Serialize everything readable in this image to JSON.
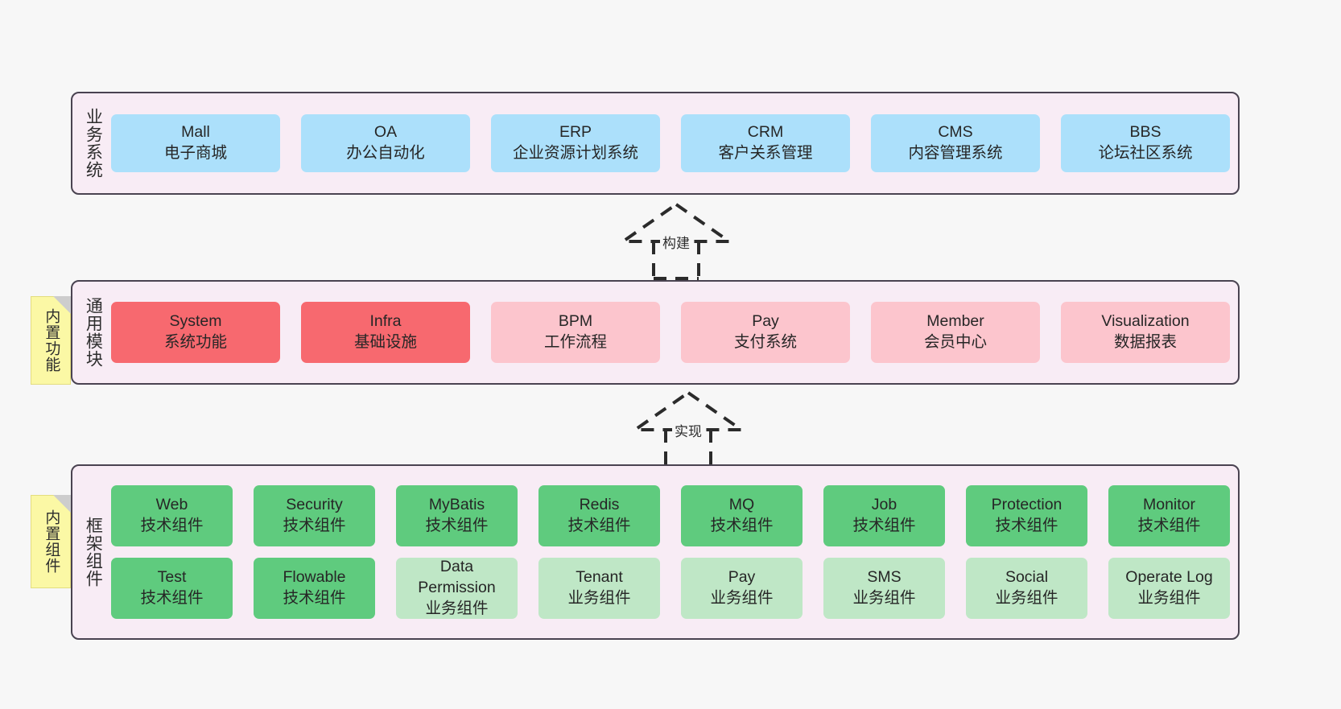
{
  "diagram": {
    "background_color": "#f7f7f7",
    "layer_background": "#f8ecf5",
    "layer_border": "#4a4351",
    "palette": {
      "blue": "#ace0fb",
      "red": "#f7696f",
      "pink": "#fcc5cd",
      "green": "#5fcb7e",
      "green_light": "#bfe7c6",
      "note_yellow": "#fbf8a5"
    }
  },
  "layers": [
    {
      "id": "business",
      "title": "业务系统",
      "rows": [
        [
          {
            "en": "Mall",
            "cn": "电子商城",
            "color": "blue"
          },
          {
            "en": "OA",
            "cn": "办公自动化",
            "color": "blue"
          },
          {
            "en": "ERP",
            "cn": "企业资源计划系统",
            "color": "blue"
          },
          {
            "en": "CRM",
            "cn": "客户关系管理",
            "color": "blue"
          },
          {
            "en": "CMS",
            "cn": "内容管理系统",
            "color": "blue"
          },
          {
            "en": "BBS",
            "cn": "论坛社区系统",
            "color": "blue"
          }
        ]
      ]
    },
    {
      "id": "modules",
      "title": "通用模块",
      "rows": [
        [
          {
            "en": "System",
            "cn": "系统功能",
            "color": "red"
          },
          {
            "en": "Infra",
            "cn": "基础设施",
            "color": "red"
          },
          {
            "en": "BPM",
            "cn": "工作流程",
            "color": "pink"
          },
          {
            "en": "Pay",
            "cn": "支付系统",
            "color": "pink"
          },
          {
            "en": "Member",
            "cn": "会员中心",
            "color": "pink"
          },
          {
            "en": "Visualization",
            "cn": "数据报表",
            "color": "pink"
          }
        ]
      ]
    },
    {
      "id": "framework",
      "title": "框架组件",
      "rows": [
        [
          {
            "en": "Web",
            "cn": "技术组件",
            "color": "green"
          },
          {
            "en": "Security",
            "cn": "技术组件",
            "color": "green"
          },
          {
            "en": "MyBatis",
            "cn": "技术组件",
            "color": "green"
          },
          {
            "en": "Redis",
            "cn": "技术组件",
            "color": "green"
          },
          {
            "en": "MQ",
            "cn": "技术组件",
            "color": "green"
          },
          {
            "en": "Job",
            "cn": "技术组件",
            "color": "green"
          },
          {
            "en": "Protection",
            "cn": "技术组件",
            "color": "green"
          },
          {
            "en": "Monitor",
            "cn": "技术组件",
            "color": "green"
          }
        ],
        [
          {
            "en": "Test",
            "cn": "技术组件",
            "color": "green"
          },
          {
            "en": "Flowable",
            "cn": "技术组件",
            "color": "green"
          },
          {
            "en": "Data Permission",
            "cn": "业务组件",
            "color": "green_light"
          },
          {
            "en": "Tenant",
            "cn": "业务组件",
            "color": "green_light"
          },
          {
            "en": "Pay",
            "cn": "业务组件",
            "color": "green_light"
          },
          {
            "en": "SMS",
            "cn": "业务组件",
            "color": "green_light"
          },
          {
            "en": "Social",
            "cn": "业务组件",
            "color": "green_light"
          },
          {
            "en": "Operate Log",
            "cn": "业务组件",
            "color": "green_light"
          }
        ]
      ]
    }
  ],
  "notes": [
    {
      "id": "functions",
      "text": "内置功能"
    },
    {
      "id": "components",
      "text": "内置组件"
    }
  ],
  "connectors": [
    {
      "id": "build",
      "label": "构建"
    },
    {
      "id": "realize",
      "label": "实现"
    }
  ]
}
